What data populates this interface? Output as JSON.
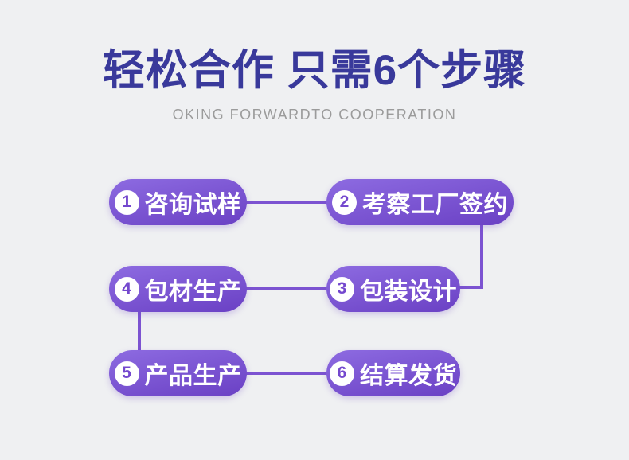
{
  "header": {
    "title": "轻松合作 只需6个步骤",
    "subtitle": "OKING FORWARDTO COOPERATION"
  },
  "steps": [
    {
      "num": "1",
      "label": "咨询试样"
    },
    {
      "num": "2",
      "label": "考察工厂签约"
    },
    {
      "num": "3",
      "label": "包装设计"
    },
    {
      "num": "4",
      "label": "包材生产"
    },
    {
      "num": "5",
      "label": "产品生产"
    },
    {
      "num": "6",
      "label": "结算发货"
    }
  ],
  "colors": {
    "background": "#eff0f2",
    "title": "#39399b",
    "subtitle": "#9b9b9b",
    "pill_gradient_start": "#8d6be1",
    "pill_gradient_end": "#6a40c4",
    "connector": "#7c53d1",
    "step_number": "#7448ce"
  }
}
